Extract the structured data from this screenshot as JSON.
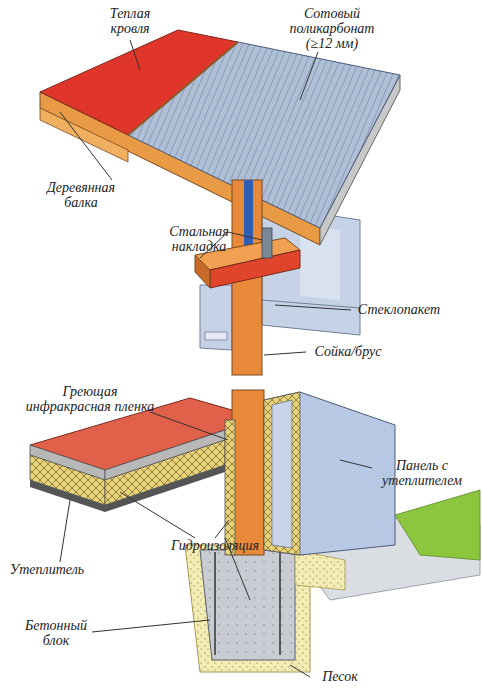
{
  "diagram": {
    "labels": [
      "Теплая кровля",
      "Сотовый поликарбонат (≥12 мм)",
      "Деревянная балка",
      "Стальная накладка",
      "Стеклопакет",
      "Сойка/брус",
      "Греющая инфракрасная пленка",
      "Панель с утеплителем",
      "Гидроизоляция",
      "Утеплитель",
      "Бетонный блок",
      "Песок"
    ]
  }
}
